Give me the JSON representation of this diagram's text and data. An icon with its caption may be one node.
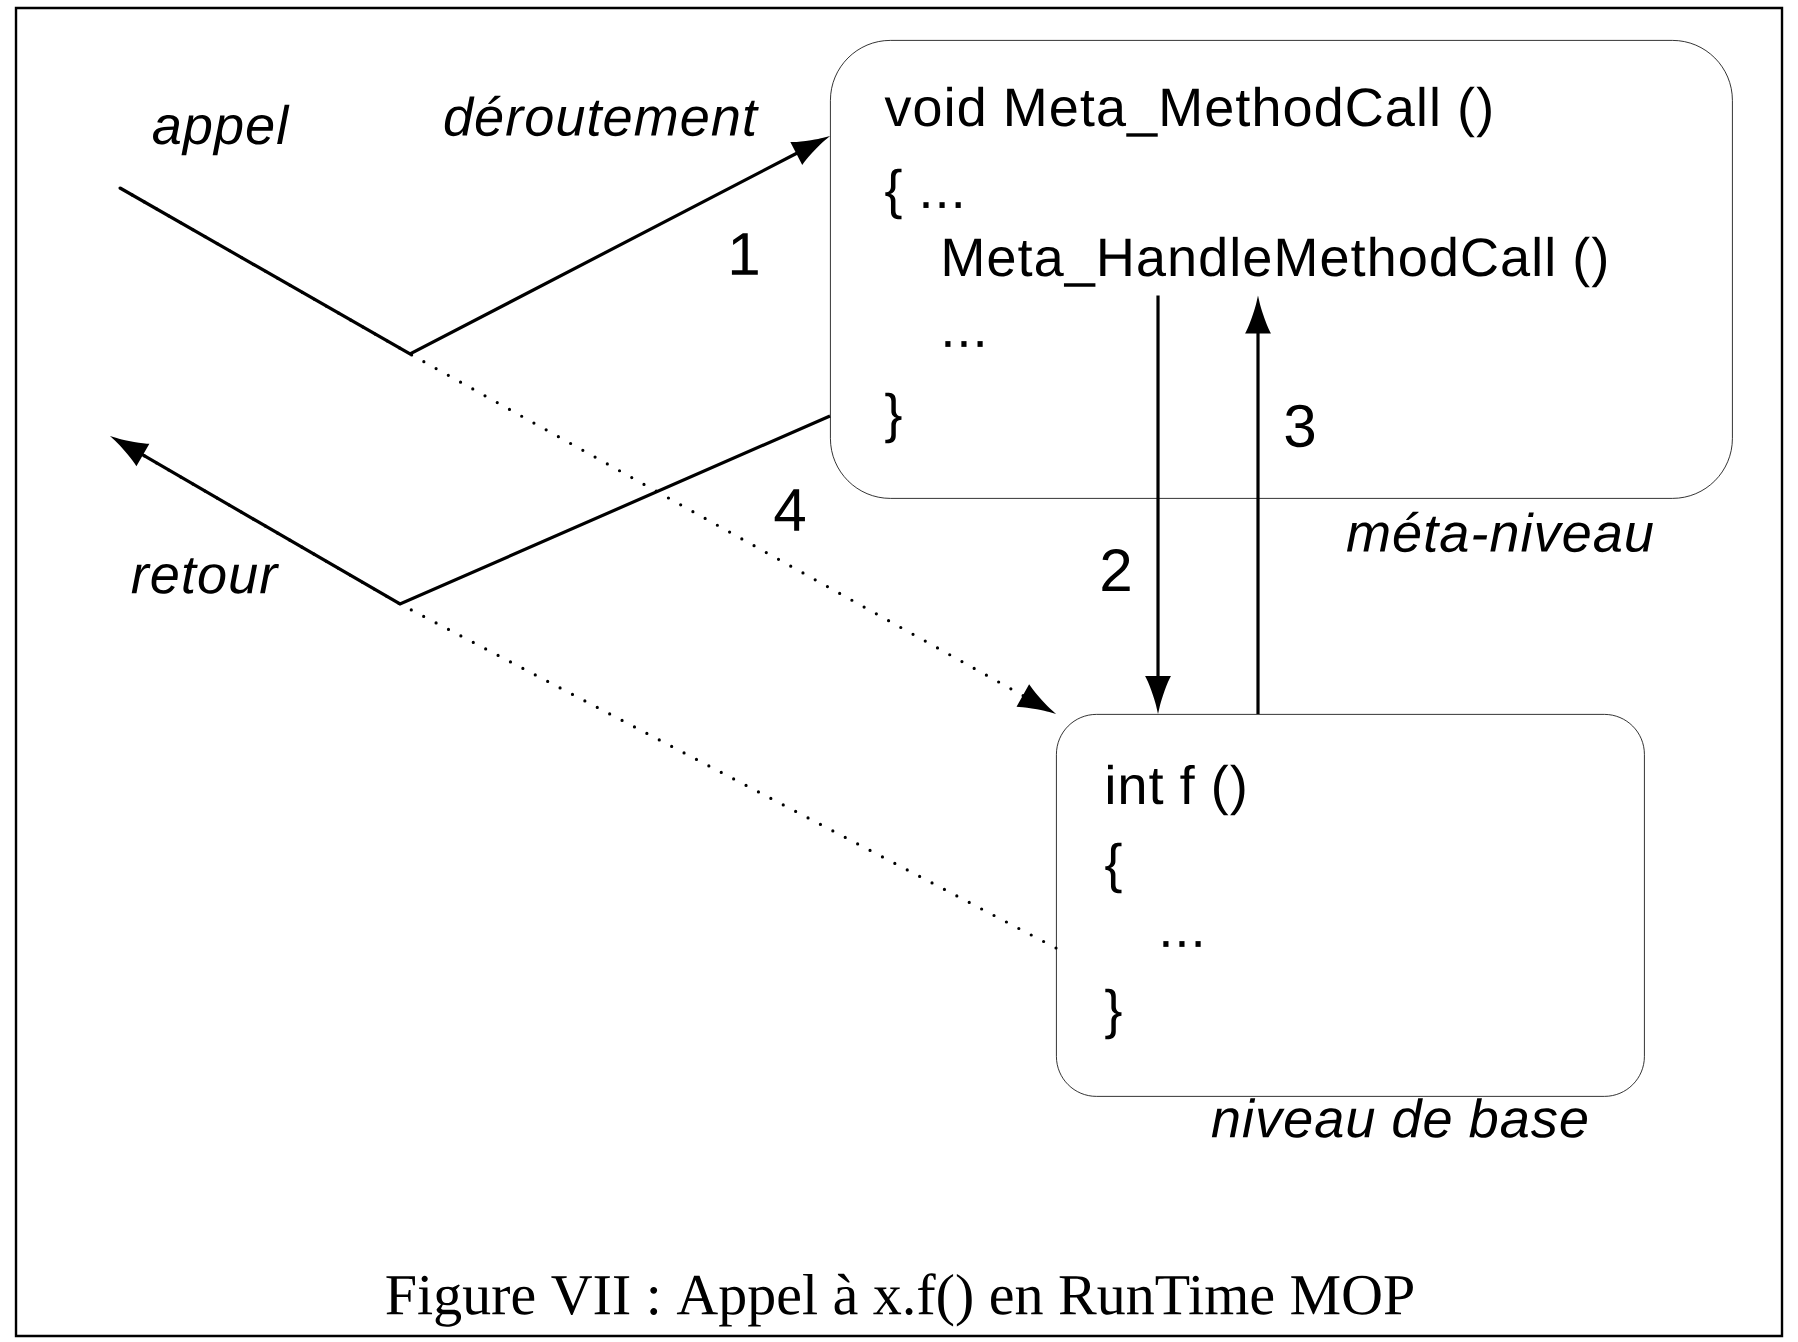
{
  "diagram": {
    "caption": "Figure VII : Appel à x.f() en RunTime MOP",
    "nodes": [
      {
        "text": [
          "void Meta_MethodCall ()",
          "{ ...",
          "...",
          "}"
        ],
        "beside": [
          "méta-niveau"
        ]
      },
      {
        "text": [
          "int  f ()",
          "{",
          "...",
          "}"
        ],
        "beside": [
          "niveau de base"
        ]
      },
      {
        "text": [
          "appel"
        ]
      },
      {
        "text": [
          "retour"
        ]
      },
      {
        "text": [
          "Meta_HandleMethodCall ()"
        ],
        "in": 0
      }
    ],
    "edges": [
      {
        "from": 2,
        "to": 0,
        "arrow": "to",
        "label": "1"
      },
      {
        "from": 2,
        "to": 1,
        "arrow": "to",
        "style": "dashed"
      },
      {
        "from": 4,
        "to": 1,
        "arrow": "to",
        "label": "2"
      },
      {
        "from": 1,
        "to": 4,
        "arrow": "to",
        "label": "3"
      },
      {
        "from": 0,
        "to": 3,
        "arrow": "to",
        "label": "4"
      },
      {
        "from": 1,
        "to": 3,
        "arrow": "none",
        "style": "dashed"
      }
    ],
    "labels": [
      "déroutement"
    ]
  }
}
